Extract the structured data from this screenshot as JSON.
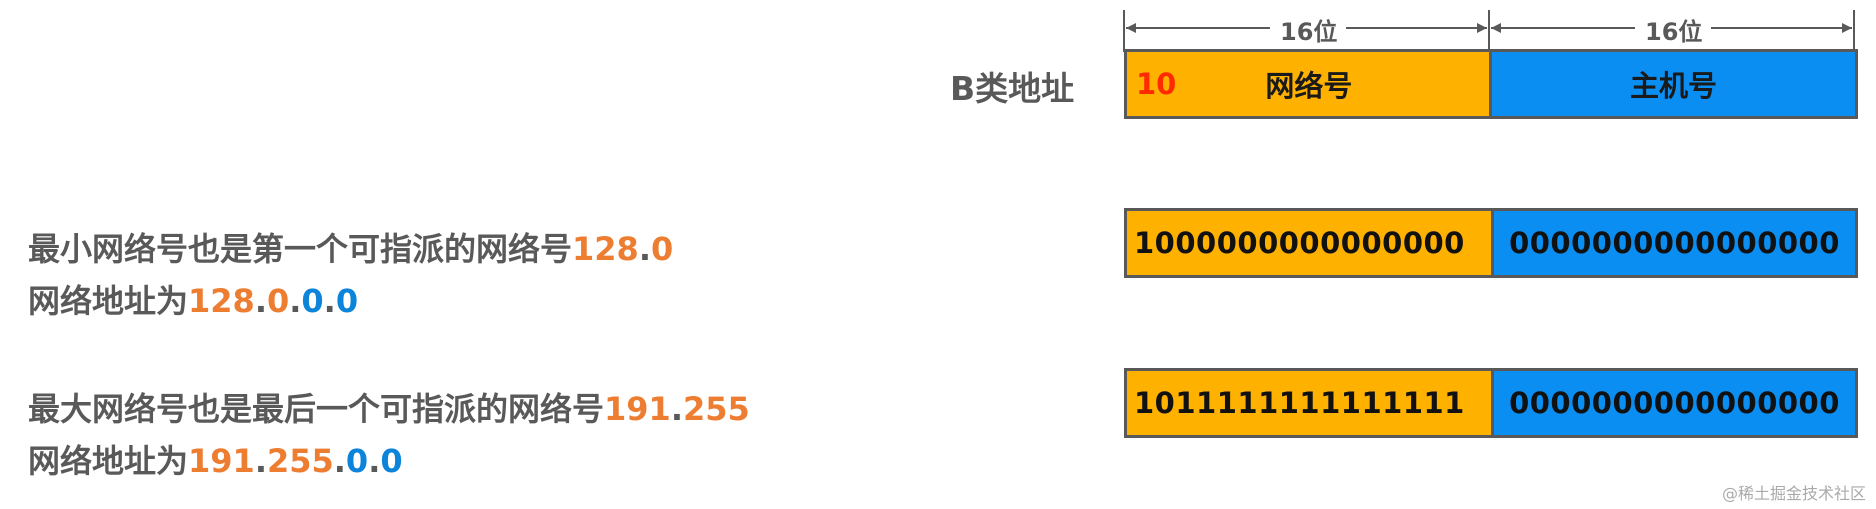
{
  "diagram": {
    "class_label": "B类地址",
    "width_labels": [
      "16位",
      "16位"
    ],
    "header_box": {
      "prefix": "10",
      "network_label": "网络号",
      "host_label": "主机号"
    },
    "min_row": {
      "prefix": "10",
      "network_bits": "00000000000000",
      "host_bits": "0000000000000000"
    },
    "max_row": {
      "prefix": "10",
      "network_bits": "11111111111111",
      "host_bits": "0000000000000000"
    }
  },
  "text": {
    "min_line1_prefix": "最小网络号也是第一个可指派的网络号",
    "min_line1_num1": "128",
    "min_line1_dot": ".",
    "min_line1_num2": "0",
    "min_line2_prefix": "网络地址为",
    "min_line2_a": "128",
    "min_line2_d1": ".",
    "min_line2_b": "0",
    "min_line2_d2": ".",
    "min_line2_c": "0",
    "min_line2_d3": ".",
    "min_line2_d": "0",
    "max_line1_prefix": "最大网络号也是最后一个可指派的网络号",
    "max_line1_num1": "191",
    "max_line1_dot": ".",
    "max_line1_num2": "255",
    "max_line2_prefix": "网络地址为",
    "max_line2_a": "191",
    "max_line2_d1": ".",
    "max_line2_b": "255",
    "max_line2_d2": ".",
    "max_line2_c": "0",
    "max_line2_d3": ".",
    "max_line2_d": "0"
  },
  "watermark": "@稀土掘金技术社区",
  "colors": {
    "network": "#FFB100",
    "host": "#0A8EF2",
    "prefix": "#FF2A00",
    "orange_text": "#ED7D31",
    "blue_text": "#0B84D9"
  }
}
